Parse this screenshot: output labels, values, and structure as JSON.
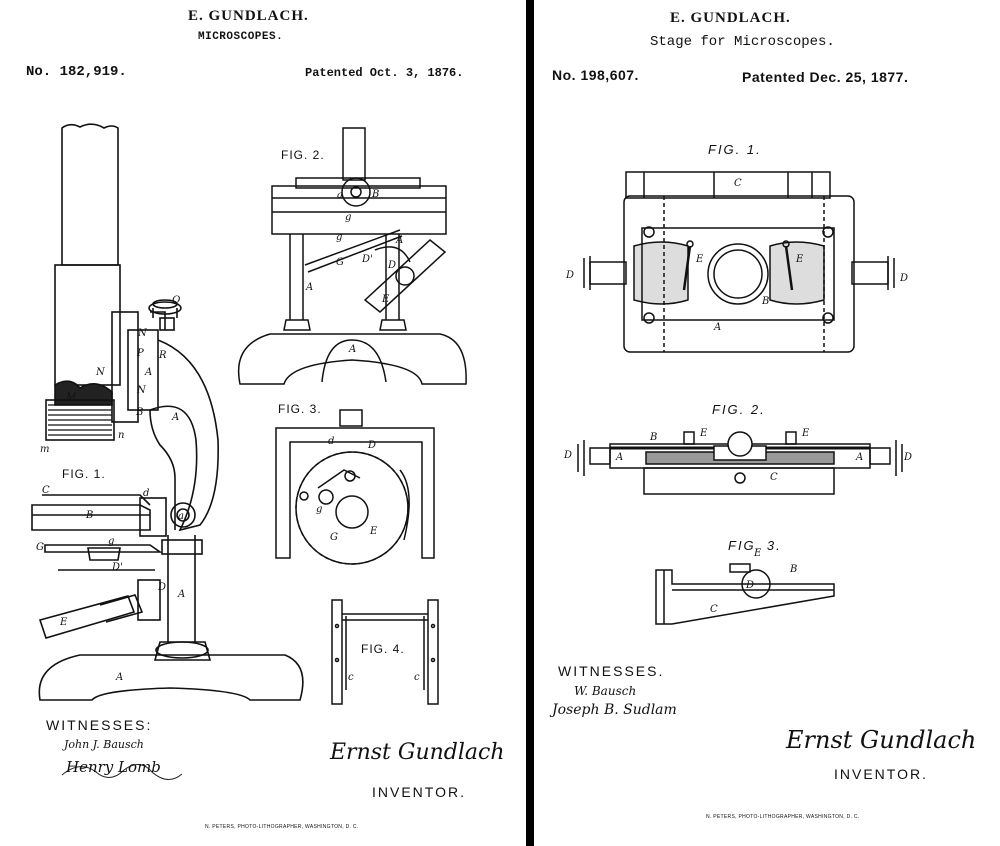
{
  "left_sheet": {
    "inventor_name": "E. GUNDLACH.",
    "title": "MICROSCOPES.",
    "patent_number": "No. 182,919.",
    "patent_date": "Patented Oct. 3, 1876.",
    "figures": {
      "fig1": "FIG. 1.",
      "fig2": "FIG. 2.",
      "fig3": "FIG. 3.",
      "fig4": "FIG. 4."
    },
    "witnesses_label": "WITNESSES:",
    "witness_signatures": [
      "John J. Bausch",
      "Henry Lomb"
    ],
    "inventor_signature": "Ernst Gundlach",
    "inventor_label": "INVENTOR.",
    "printer_credit": "N. PETERS, PHOTO-LITHOGRAPHER, WASHINGTON, D. C.",
    "part_letters": [
      "Q",
      "N",
      "P",
      "R",
      "A",
      "N",
      "M",
      "B",
      "m",
      "n",
      "C",
      "d",
      "B",
      "a",
      "G",
      "g",
      "D",
      "D'",
      "A",
      "E",
      "A"
    ]
  },
  "right_sheet": {
    "inventor_name": "E. GUNDLACH.",
    "title": "Stage for Microscopes.",
    "patent_number": "No. 198,607.",
    "patent_date": "Patented Dec. 25, 1877.",
    "figures": {
      "fig1": "FIG. 1.",
      "fig2": "FIG. 2.",
      "fig3": "FIG. 3."
    },
    "witnesses_label": "WITNESSES.",
    "witness_signatures": [
      "W. Bausch",
      "Joseph B. Sudlam"
    ],
    "inventor_signature": "Ernst Gundlach",
    "inventor_label": "INVENTOR.",
    "printer_credit": "N. PETERS, PHOTO-LITHOGRAPHER, WASHINGTON, D. C."
  }
}
